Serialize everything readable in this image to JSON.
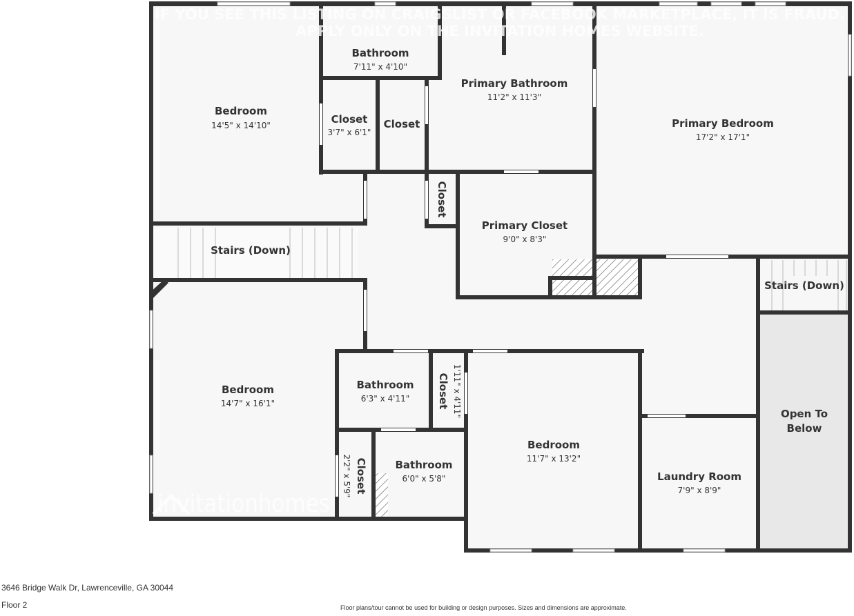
{
  "watermark": {
    "line1": "IF YOU SEE THIS LISTING ON CRAIGSLIST OR FACEBOOK MARKETPLACE, IT IS FRAUD.",
    "line2": "APPLY ONLY ON THE INVITATION HOMES WEBSITE.",
    "logo": "invitationhomes"
  },
  "rooms": [
    {
      "name": "Bedroom",
      "dim": "14'5\" x 14'10\""
    },
    {
      "name": "Bathroom",
      "dim": "7'11\" x 4'10\""
    },
    {
      "name": "Closet",
      "dim": "3'7\" x 6'1\""
    },
    {
      "name": "Closet",
      "dim": ""
    },
    {
      "name": "Primary Bathroom",
      "dim": "11'2\" x 11'3\""
    },
    {
      "name": "Primary Bedroom",
      "dim": "17'2\" x 17'1\""
    },
    {
      "name": "Closet",
      "dim": ""
    },
    {
      "name": "Primary Closet",
      "dim": "9'0\" x 8'3\""
    },
    {
      "name": "Stairs (Down)",
      "dim": ""
    },
    {
      "name": "Stairs (Down)",
      "dim": ""
    },
    {
      "name": "Bedroom",
      "dim": "14'7\" x 16'1\""
    },
    {
      "name": "Bathroom",
      "dim": "6'3\" x 4'11\""
    },
    {
      "name": "Closet",
      "dim": "1'11\" x 4'11\""
    },
    {
      "name": "Closet",
      "dim": "2'2\" x 5'9\""
    },
    {
      "name": "Bathroom",
      "dim": "6'0\" x 5'8\""
    },
    {
      "name": "Bedroom",
      "dim": "11'7\" x 13'2\""
    },
    {
      "name": "Laundry Room",
      "dim": "7'9\" x 8'9\""
    },
    {
      "name": "Open To",
      "dim": "Below"
    }
  ],
  "footer": {
    "address": "3646 Bridge Walk Dr, Lawrenceville, GA 30044",
    "floor": "Floor 2",
    "disclaimer": "Floor plans/tour cannot be used for building or design purposes. Sizes and dimensions are approximate."
  },
  "colors": {
    "wall": "#333333",
    "floor": "#f7f7f7",
    "open_to_below": "#e8e8e8"
  }
}
